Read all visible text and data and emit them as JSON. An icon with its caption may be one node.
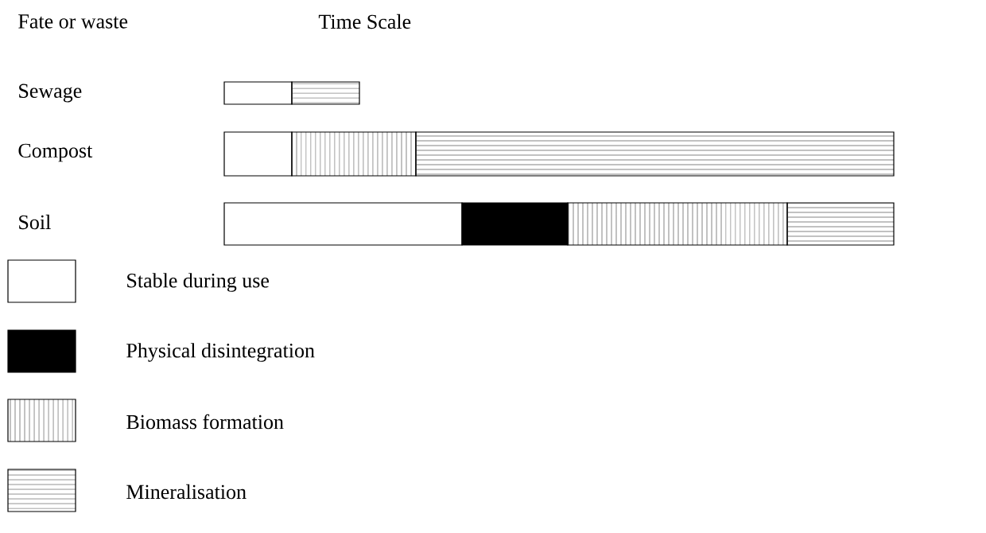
{
  "diagram": {
    "labels": [
      "Fate or waste",
      "Time Scale",
      "Sewage",
      "Compost",
      "Soil"
    ],
    "legend": [
      {
        "text": "Stable during use"
      },
      {
        "text": "Physical disintegration"
      },
      {
        "text": "Biomass formation"
      },
      {
        "text": "Mineralisation"
      }
    ]
  }
}
